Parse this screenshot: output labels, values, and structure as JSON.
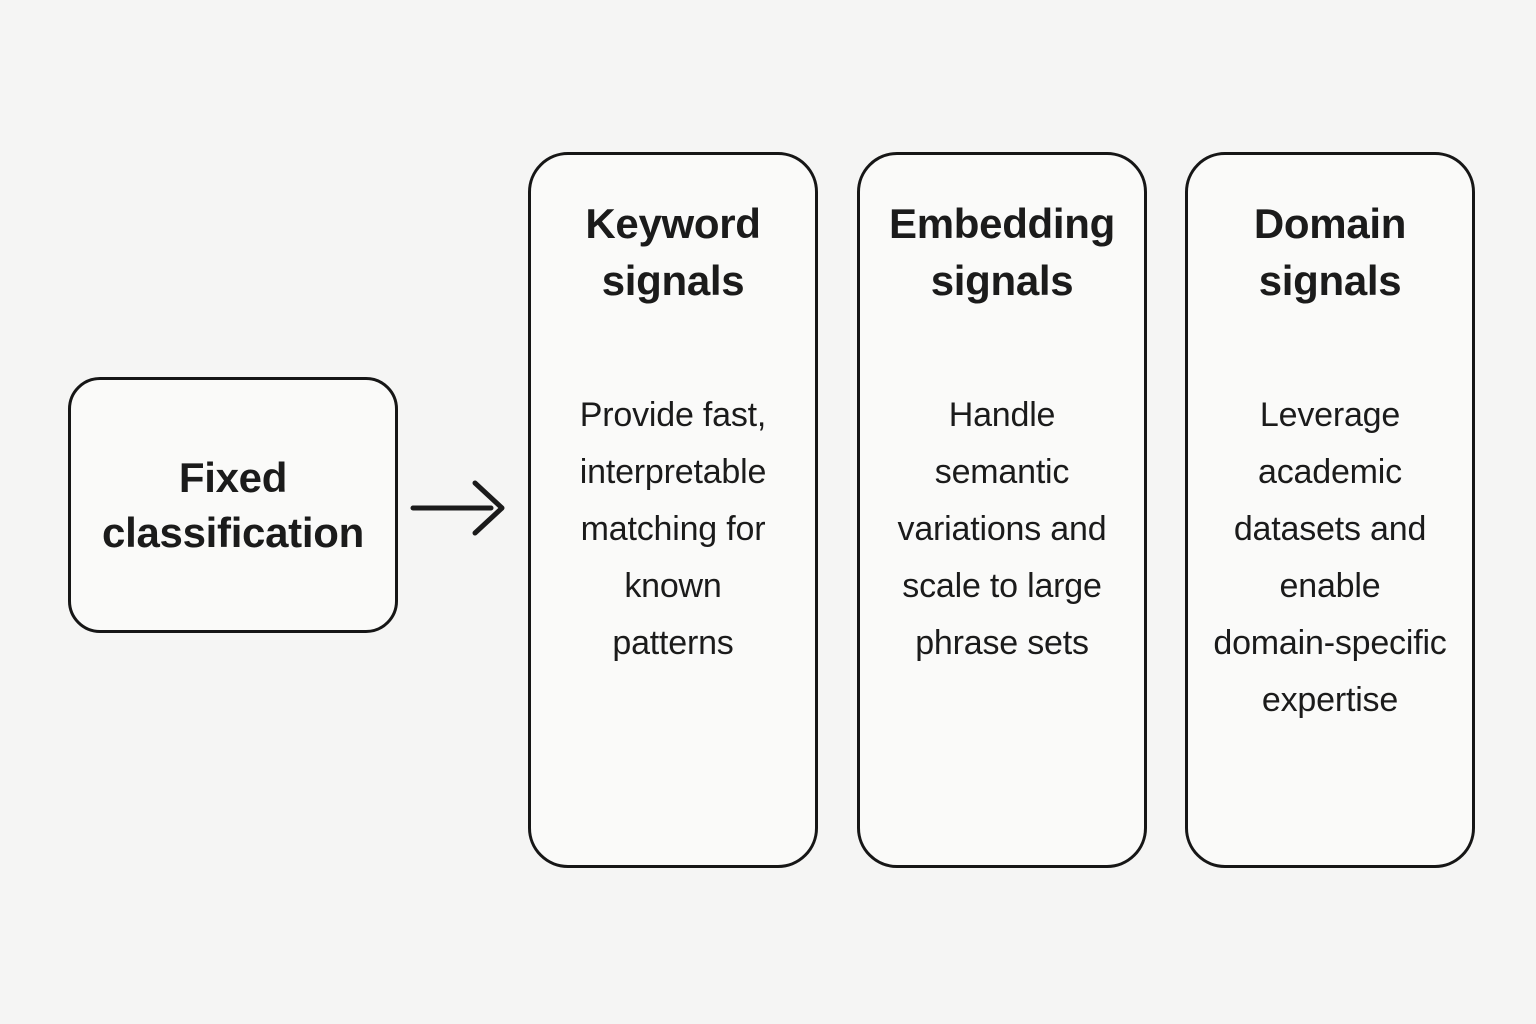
{
  "diagram": {
    "source_node": {
      "label": "Fixed\nclassification"
    },
    "arrow": {
      "icon": "right-arrow",
      "direction": "right"
    },
    "columns": [
      {
        "title": "Keyword\nsignals",
        "body": "Provide fast,\ninterpretable\nmatching for\nknown\npatterns"
      },
      {
        "title": "Embedding\nsignals",
        "body": "Handle\nsemantic\nvariations and\nscale to large\nphrase sets"
      },
      {
        "title": "Domain\nsignals",
        "body": "Leverage\nacademic\ndatasets and\nenable\ndomain-specific\nexpertise"
      }
    ],
    "colors": {
      "background": "#f5f5f4",
      "card_fill": "#fafaf9",
      "border": "#161616",
      "text": "#1b1b1b"
    }
  }
}
